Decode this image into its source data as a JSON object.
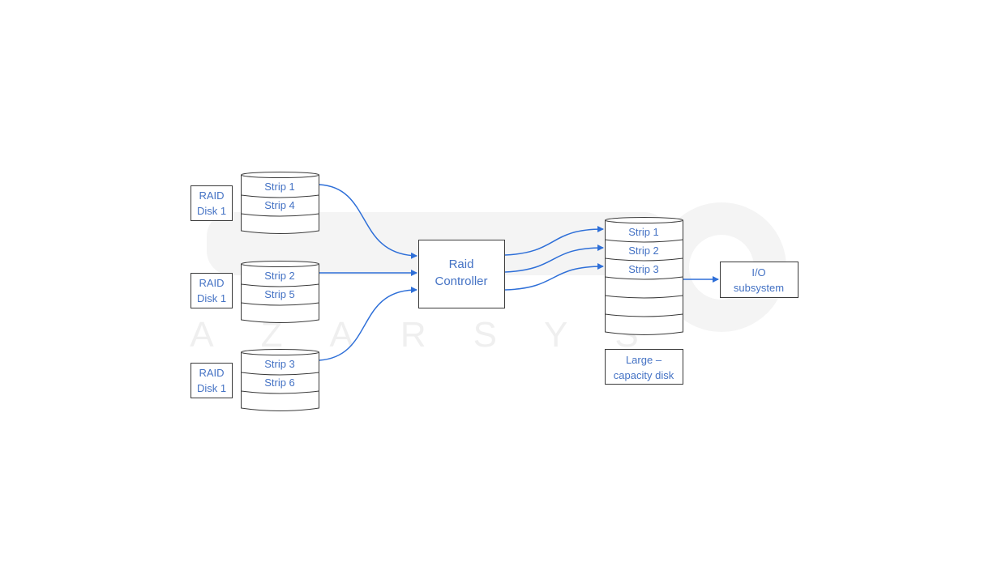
{
  "disks": [
    {
      "label_line1": "RAID",
      "label_line2": "Disk 1",
      "strips": [
        "Strip 1",
        "Strip 4"
      ]
    },
    {
      "label_line1": "RAID",
      "label_line2": "Disk 1",
      "strips": [
        "Strip 2",
        "Strip 5"
      ]
    },
    {
      "label_line1": "RAID",
      "label_line2": "Disk 1",
      "strips": [
        "Strip 3",
        "Strip 6"
      ]
    }
  ],
  "controller": {
    "line1": "Raid",
    "line2": "Controller"
  },
  "large_disk": {
    "strips": [
      "Strip 1",
      "Strip 2",
      "Strip 3"
    ],
    "label_line1": "Large –",
    "label_line2": "capacity disk"
  },
  "io": {
    "line1": "I/O",
    "line2": "subsystem"
  },
  "watermark": {
    "brand": "AZARSYS"
  },
  "colors": {
    "text": "#4472c4",
    "arrow": "#2e6fd8",
    "stroke": "#3a3a3a",
    "watermark": "#f2f2f2"
  }
}
